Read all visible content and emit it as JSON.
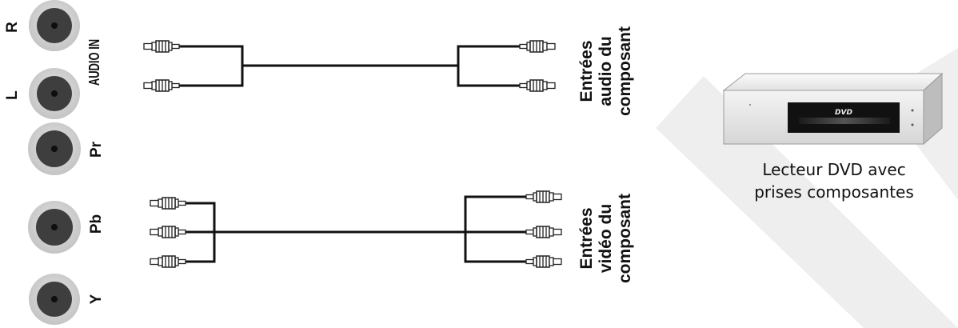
{
  "panel": {
    "audio_in_label": "AUDIO IN",
    "jacks": [
      {
        "id": "r",
        "label": "R"
      },
      {
        "id": "l",
        "label": "L"
      },
      {
        "id": "pr",
        "label": "Pr"
      },
      {
        "id": "pb",
        "label": "Pb"
      },
      {
        "id": "y",
        "label": "Y"
      }
    ]
  },
  "audio_inputs": {
    "line1": "Entrées",
    "line2": "audio du",
    "line3": "composant"
  },
  "video_inputs": {
    "line1": "Entrées",
    "line2": "vidéo du",
    "line3": "composant"
  },
  "dvd": {
    "logo_text": "DVD",
    "caption_line1": "Lecteur DVD avec",
    "caption_line2": "prises composantes"
  },
  "colors": {
    "watermark": "#eeeeee",
    "cable": "#111111",
    "jack_ring": "#d2d2d2"
  }
}
